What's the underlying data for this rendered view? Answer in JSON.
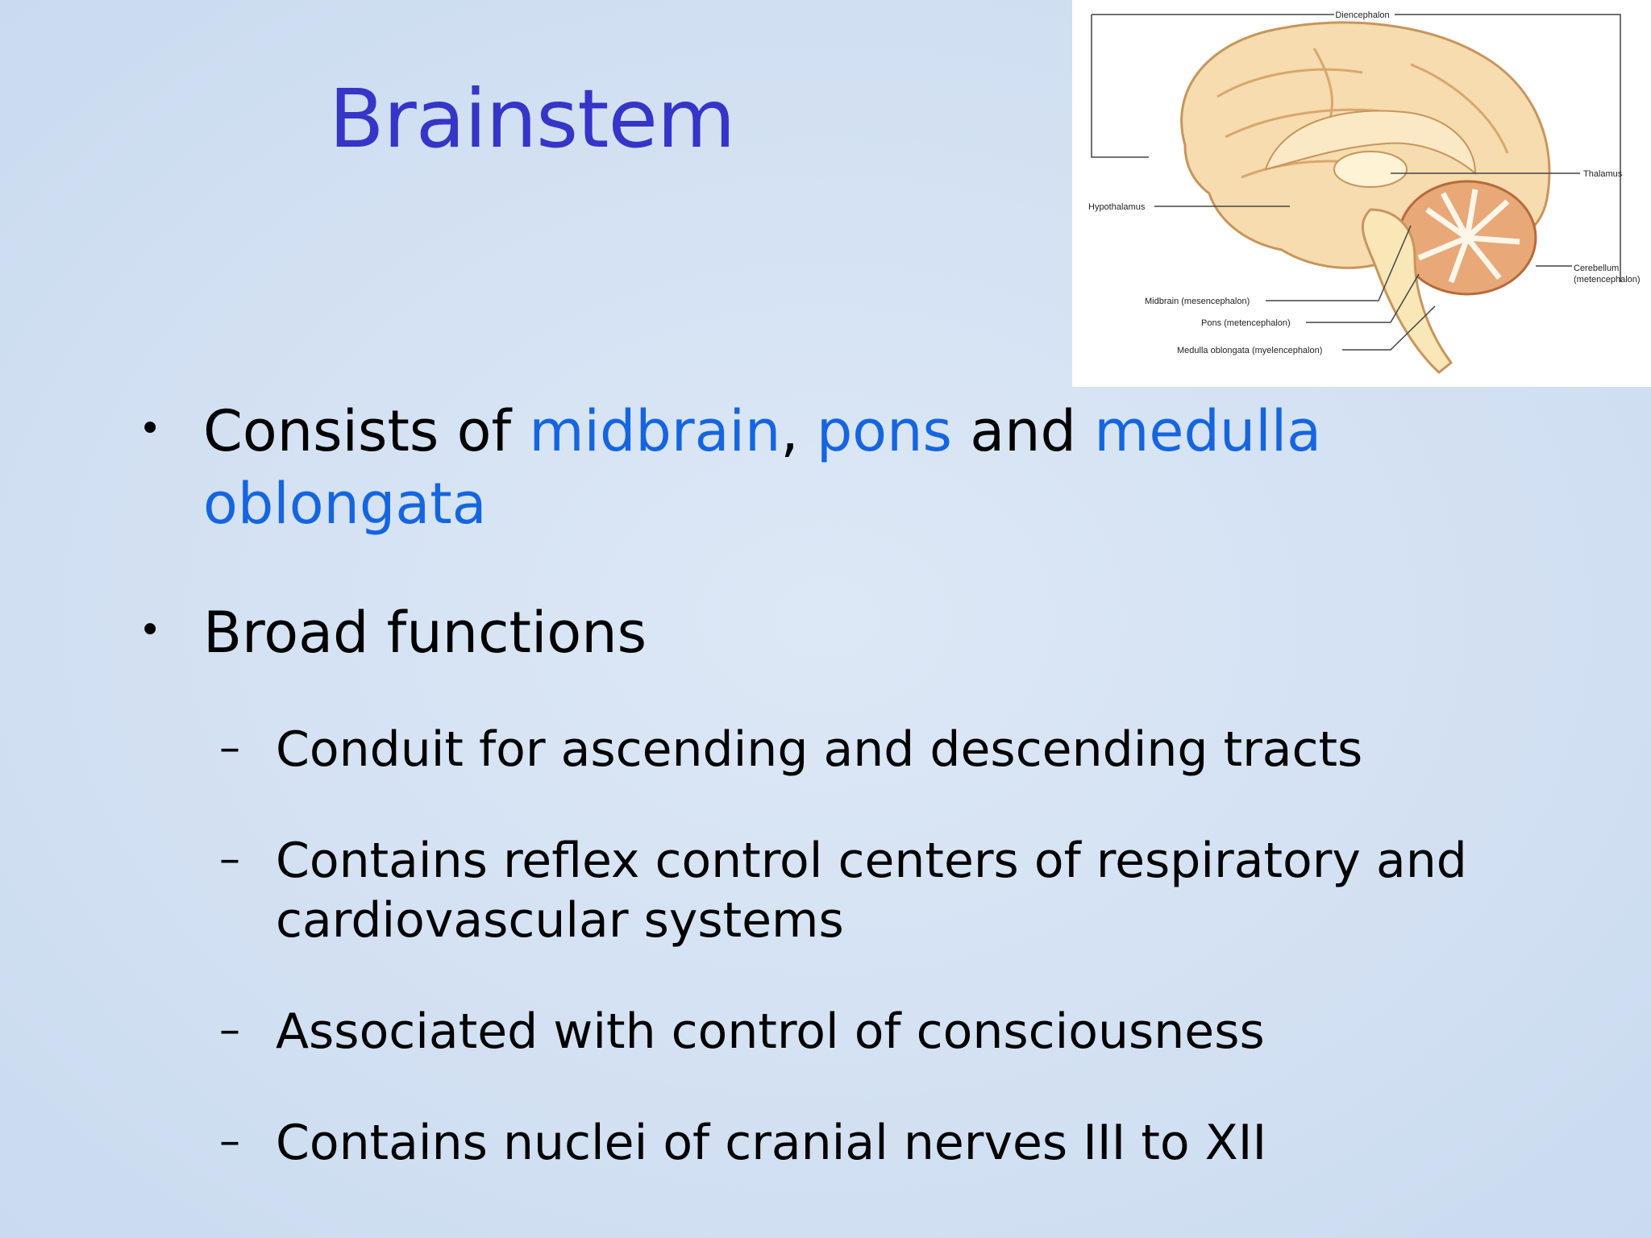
{
  "slide": {
    "title": "Brainstem",
    "bullets": [
      {
        "parts": [
          "Consists of ",
          "midbrain",
          ", ",
          "pons",
          " and ",
          "medulla",
          "oblongata"
        ]
      },
      {
        "text": "Broad functions",
        "sub": [
          "Conduit for ascending and descending tracts",
          "Contains reflex control centers of respiratory and",
          "cardiovascular systems",
          "Associated with control of consciousness",
          "Contains nuclei of cranial nerves III to XII"
        ]
      }
    ]
  },
  "figure": {
    "labels": {
      "diencephalon": "Diencephalon",
      "thalamus": "Thalamus",
      "hypothalamus": "Hypothalamus",
      "cerebellum": "Cerebellum",
      "metencephalon": "(metencephalon)",
      "midbrain": "Midbrain (mesencephalon)",
      "pons": "Pons (metencephalon)",
      "medulla": "Medulla oblongata (myelencephalon)"
    }
  },
  "colors": {
    "title": "#3535c8",
    "highlight": "#1565e0",
    "background": "#d4e2f3"
  }
}
